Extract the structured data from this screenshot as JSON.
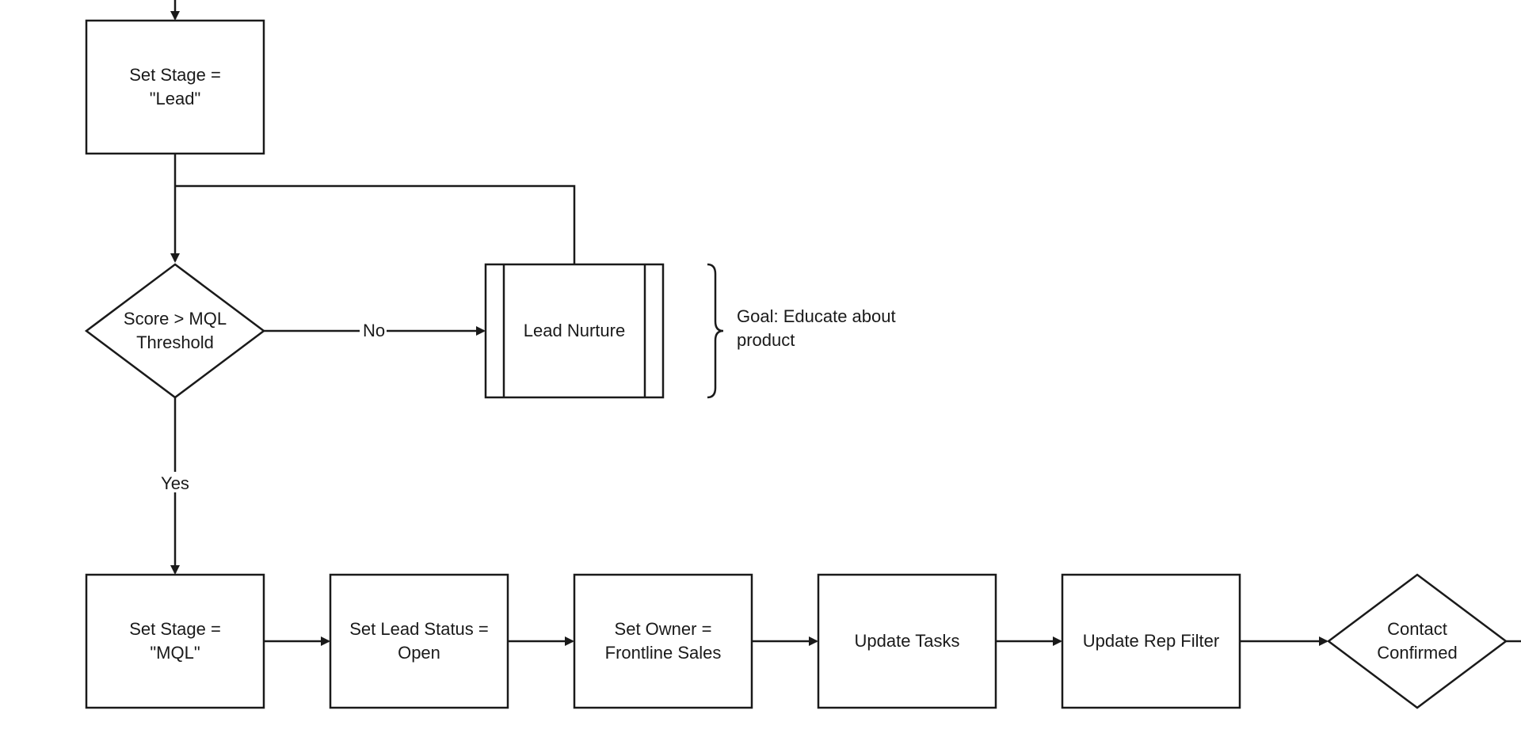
{
  "nodes": {
    "set_stage_lead": [
      "Set Stage =",
      "\"Lead\""
    ],
    "score_decision": [
      "Score > MQL",
      "Threshold"
    ],
    "lead_nurture": [
      "Lead Nurture"
    ],
    "set_stage_mql": [
      "Set Stage =",
      "\"MQL\""
    ],
    "set_lead_status": [
      "Set Lead Status =",
      "Open"
    ],
    "set_owner": [
      "Set Owner =",
      "Frontline Sales"
    ],
    "update_tasks": [
      "Update Tasks"
    ],
    "update_rep_filter": [
      "Update Rep Filter"
    ],
    "contact_confirmed": [
      "Contact",
      "Confirmed"
    ]
  },
  "edge_labels": {
    "no": "No",
    "yes": "Yes"
  },
  "annotation": [
    "Goal: Educate about",
    "product"
  ]
}
